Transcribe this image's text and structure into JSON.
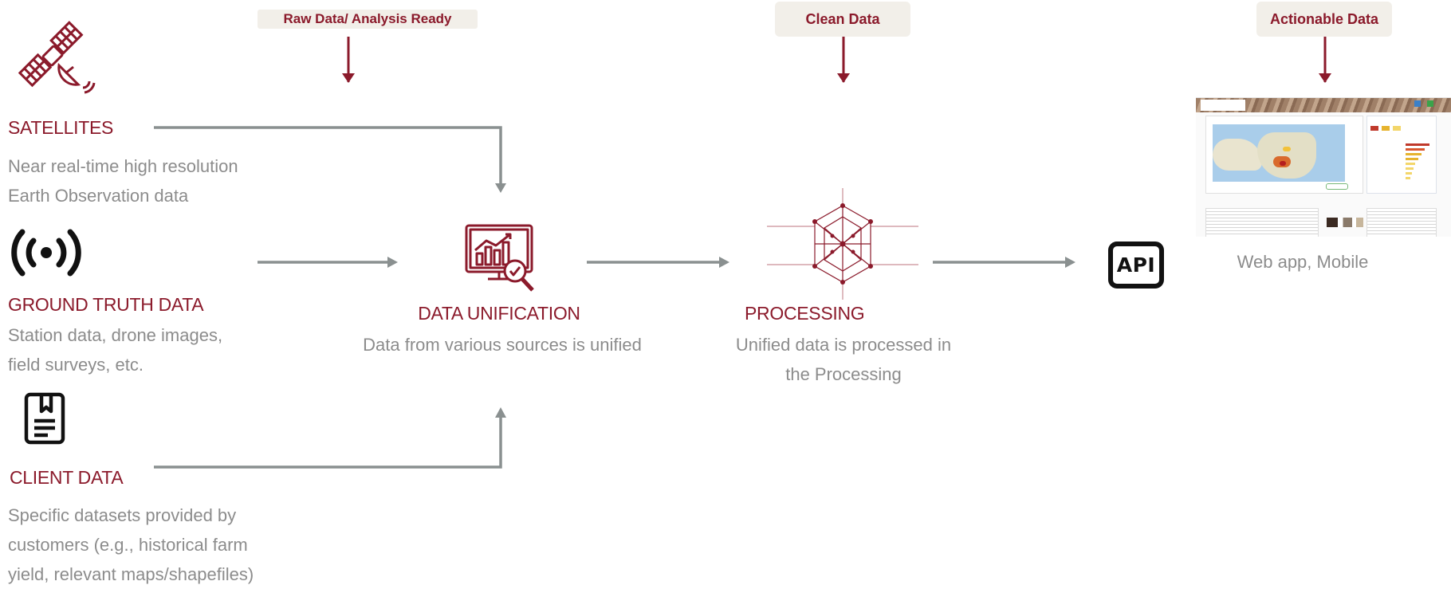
{
  "stages": {
    "raw": "Raw Data/ Analysis Ready",
    "clean": "Clean Data",
    "actionable": "Actionable Data"
  },
  "sources": {
    "satellites": {
      "title": "SATELLITES",
      "desc_line1": "Near real-time high resolution",
      "desc_line2": "Earth Observation data"
    },
    "ground": {
      "title": "GROUND TRUTH DATA",
      "desc_line1": "Station data, drone images,",
      "desc_line2": "field surveys, etc."
    },
    "client": {
      "title": "CLIENT DATA",
      "desc_line1": "Specific datasets provided by",
      "desc_line2": "customers (e.g., historical farm",
      "desc_line3": "yield, relevant maps/shapefiles)"
    }
  },
  "unification": {
    "title": "DATA UNIFICATION",
    "desc": "Data from various sources is unified"
  },
  "processing": {
    "title": "PROCESSING",
    "desc_line1": "Unified data is processed in",
    "desc_line2": "the Processing"
  },
  "api": {
    "label": "API"
  },
  "output": {
    "desc": "Web app, Mobile"
  },
  "colors": {
    "accent": "#8b1a2b",
    "arrow": "#8a9090",
    "text_muted": "#8c8c8c",
    "badge_bg": "#f2efe9"
  }
}
